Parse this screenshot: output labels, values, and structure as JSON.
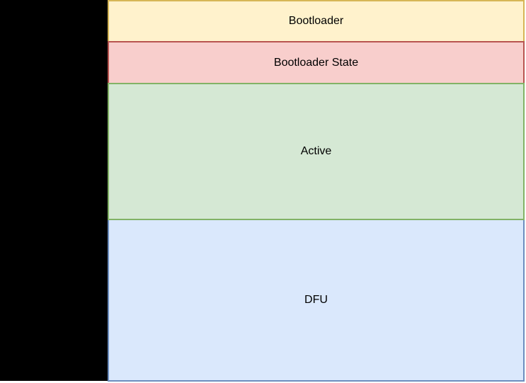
{
  "diagram": {
    "kind": "flash-memory-layout",
    "blocks": [
      {
        "label": "Bootloader",
        "fill": "#FFF2CC",
        "stroke": "#D6B656"
      },
      {
        "label": "Bootloader State",
        "fill": "#F8CECC",
        "stroke": "#B85450"
      },
      {
        "label": "Active",
        "fill": "#D5E8D4",
        "stroke": "#82B366"
      },
      {
        "label": "DFU",
        "fill": "#DAE8FC",
        "stroke": "#6C8EBF"
      }
    ],
    "colors": {
      "background": "#FFFFFF",
      "black_region": "#000000",
      "text": "#000000"
    }
  }
}
